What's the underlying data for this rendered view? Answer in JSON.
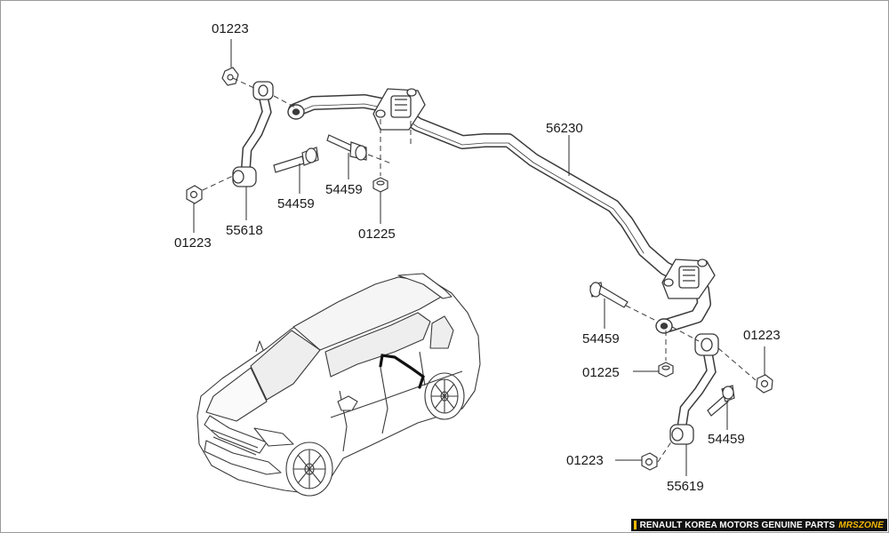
{
  "colors": {
    "line": "#3a3a3a",
    "leader": "#2a2a2a",
    "footer_bg": "#111111",
    "footer_text": "#ffffff",
    "brand": "#f2b705"
  },
  "callouts": {
    "c1": "01223",
    "c2": "01223",
    "c3": "55618",
    "c4": "54459",
    "c5": "54459",
    "c6": "01225",
    "c7": "56230",
    "c8": "54459",
    "c9": "01225",
    "c10": "01223",
    "c11": "54459",
    "c12": "01223",
    "c13": "55619"
  },
  "footer": {
    "text": "RENAULT KOREA MOTORS GENUINE PARTS",
    "brand": "MRSZONE"
  }
}
